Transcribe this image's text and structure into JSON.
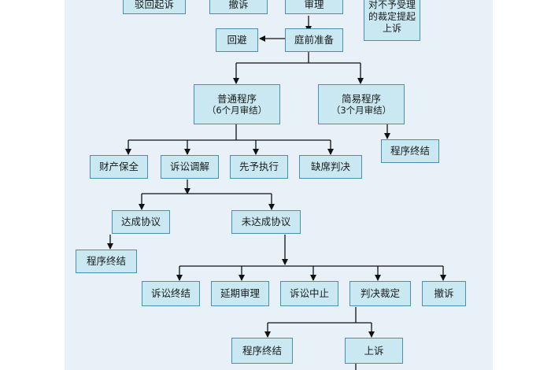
{
  "nodes": {
    "top_left": "驳回起诉",
    "top_withdraw": "撤诉",
    "top_trial": "审理",
    "top_appeal_note": "对不予受理的裁定提起上诉",
    "dismiss": "回避",
    "pretrial": "庭前准备",
    "ordinary": {
      "label": "普通程序",
      "sub": "（6个月审结）"
    },
    "simple": {
      "label": "简易程序",
      "sub": "（3个月审结）"
    },
    "end_simple": "程序终结",
    "property": "财产保全",
    "mediation": "诉讼调解",
    "prior_exec": "先予执行",
    "default": "缺席判决",
    "agreed": "达成协议",
    "not_agreed": "未达成协议",
    "end_agreed": "程序终结",
    "terminate": "诉讼终结",
    "postpone": "延期审理",
    "suspend": "诉讼中止",
    "verdict": "判决裁定",
    "withdraw": "撤诉",
    "end_final": "程序终结",
    "appeal": "上诉"
  }
}
